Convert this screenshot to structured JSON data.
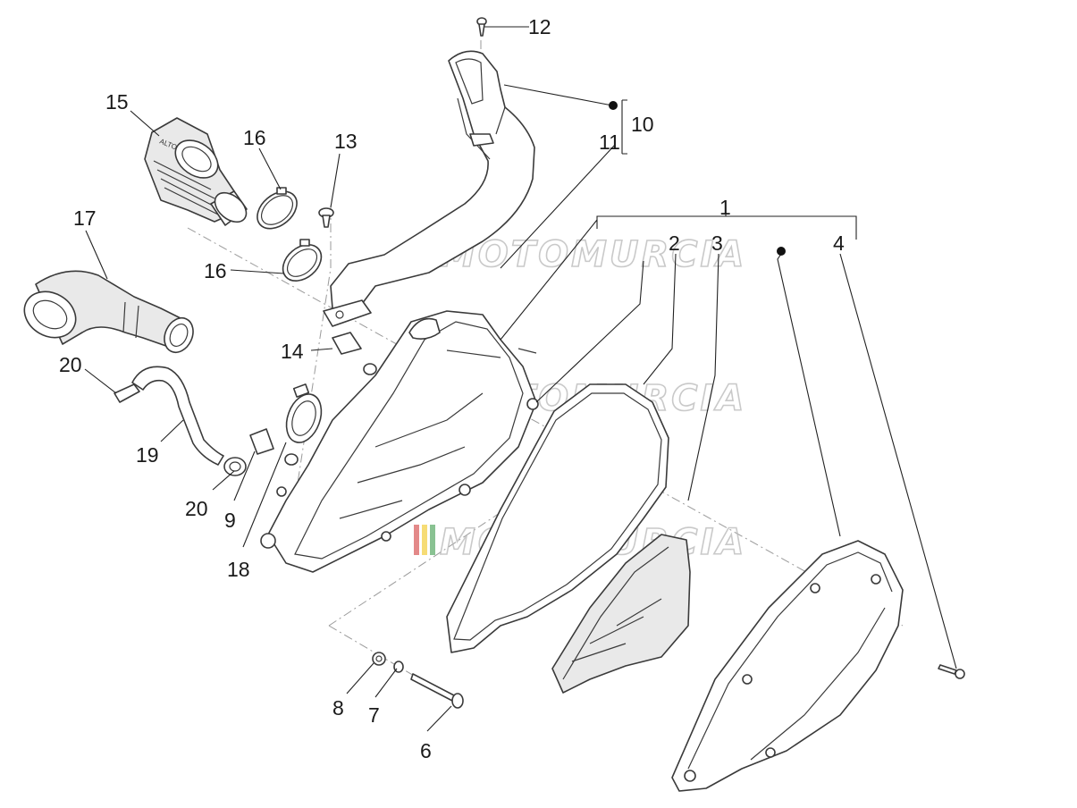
{
  "watermark": {
    "text": "MOTOMURCIA",
    "stripe_colors": [
      "#d13b3b",
      "#f0c419",
      "#3a9a4a"
    ]
  },
  "callouts": {
    "c1": "1",
    "c2": "2",
    "c3": "3",
    "c4": "4",
    "c6": "6",
    "c7": "7",
    "c8": "8",
    "c9": "9",
    "c10": "10",
    "c11": "11",
    "c12": "12",
    "c13": "13",
    "c14": "14",
    "c15": "15",
    "c16a": "16",
    "c16b": "16",
    "c17": "17",
    "c18": "18",
    "c19": "19",
    "c20a": "20",
    "c20b": "20"
  },
  "intake_label": "ALTO"
}
